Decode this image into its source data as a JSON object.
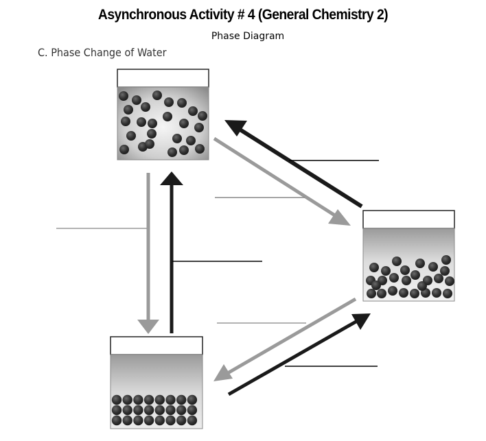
{
  "header": {
    "title": "Asynchronous Activity # 4 (General Chemistry 2)",
    "subtitle": "Phase Diagram",
    "section_title": "C. Phase Change of Water"
  },
  "states": [
    {
      "id": "gas",
      "label": "",
      "particles": 24
    },
    {
      "id": "liquid",
      "label": "",
      "particles": 26
    },
    {
      "id": "solid",
      "label": "",
      "particles": 24
    }
  ],
  "answer_lines": [
    {
      "id": "gas-liquid-condensation",
      "value": ""
    },
    {
      "id": "gas-liquid-vaporization",
      "value": ""
    },
    {
      "id": "gas-solid-deposition",
      "value": ""
    },
    {
      "id": "gas-solid-sublimation",
      "value": ""
    },
    {
      "id": "liquid-solid-freezing",
      "value": ""
    },
    {
      "id": "liquid-solid-melting",
      "value": ""
    }
  ],
  "colors": {
    "dark_arrow": "#1a1a1a",
    "gray_arrow": "#999999",
    "particle": "#3a3a3a",
    "box_gradient_light": "#f4f4f4",
    "box_gradient_dark": "#8a8a8a"
  }
}
